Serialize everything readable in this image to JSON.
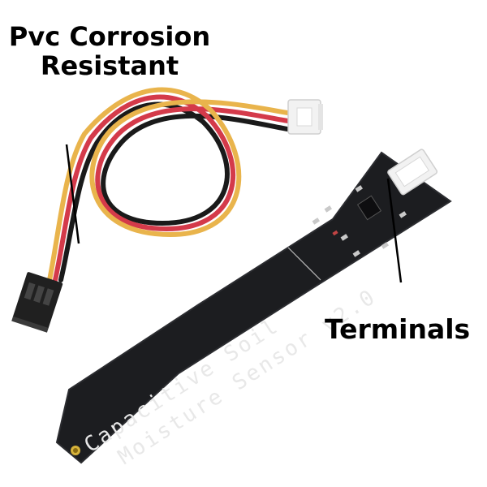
{
  "labels": {
    "corrosion_line1": "Pvc Corrosion",
    "corrosion_line2": "Resistant",
    "terminals": "Terminals"
  },
  "board": {
    "text_line1": "Capacitive  Soil",
    "text_line2": "Moisture Sensor v2.0"
  },
  "colors": {
    "pcb": "#1c1d20",
    "wire_black": "#1a1a1a",
    "wire_red": "#d43a4a",
    "wire_yellow": "#e9b44c",
    "connector_white": "#f2f2f2",
    "connector_black": "#202020"
  }
}
